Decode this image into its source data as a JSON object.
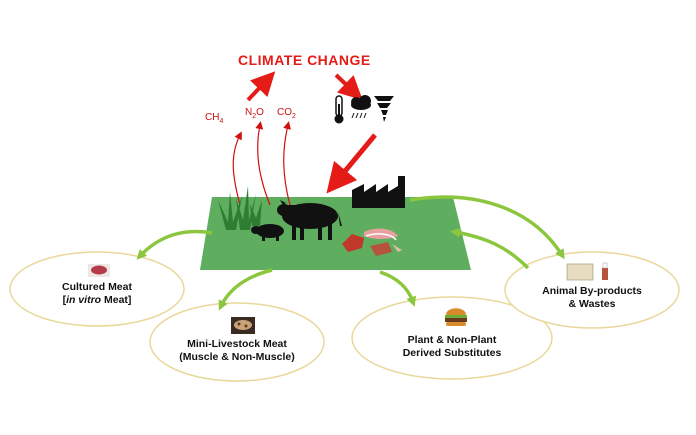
{
  "title": "CLIMATE  CHANGE",
  "gases": {
    "ch4": {
      "base": "CH",
      "sub": "4"
    },
    "n2o": {
      "base_left": "N",
      "sub": "2",
      "base_right": "O"
    },
    "co2": {
      "base": "CO",
      "sub": "2"
    }
  },
  "nodes": {
    "cultured": {
      "line1": "Cultured Meat",
      "line2_open": "[",
      "line2_italic": "in vitro",
      "line2_close": " Meat]"
    },
    "mini_livestock": {
      "line1": "Mini-Livestock Meat",
      "line2": "(Muscle & Non-Muscle)"
    },
    "plant": {
      "line1": "Plant & Non-Plant",
      "line2": "Derived Substitutes"
    },
    "byproducts": {
      "line1": "Animal By-products",
      "line2": "& Wastes"
    }
  },
  "colors": {
    "red_arrow": "#e41b17",
    "field": "#5fae5f",
    "ellipse_stroke": "#e8d89a",
    "green_arrow": "#8cc63f",
    "silhouette": "#111111"
  },
  "icons": [
    "thermometer-icon",
    "rain-cloud-icon",
    "tornado-icon",
    "factory-icon",
    "cow-icon",
    "pig-icon",
    "grass-icon",
    "meat-cuts-icon",
    "burger-icon",
    "cultured-meat-dish-icon",
    "insect-dish-icon",
    "byproduct-bottle-icon"
  ]
}
